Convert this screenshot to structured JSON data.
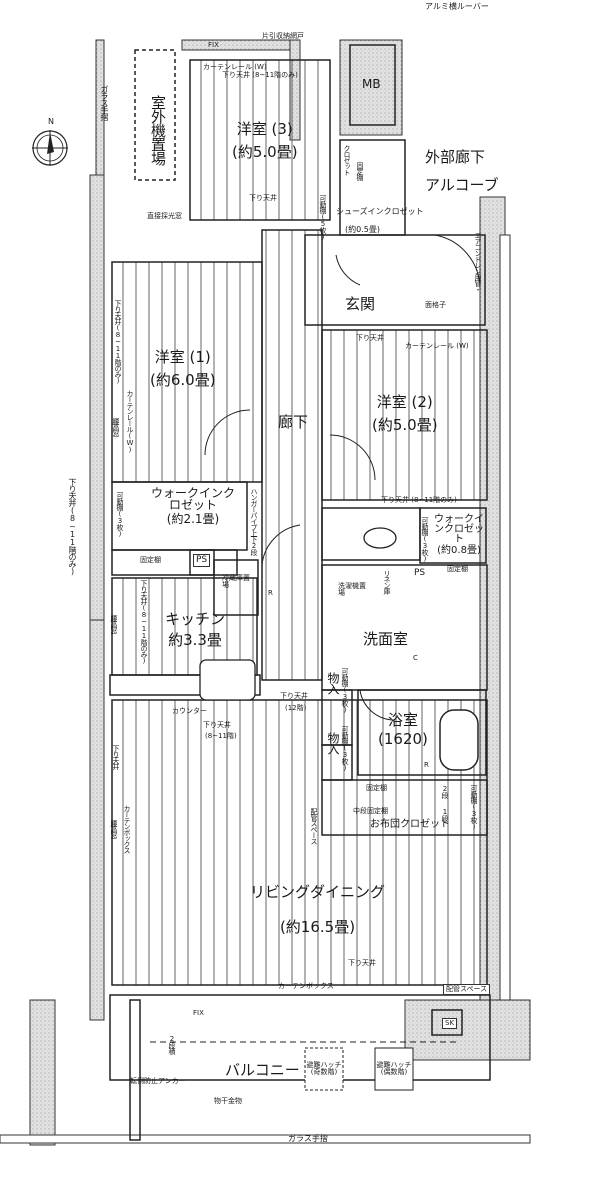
{
  "plan": {
    "colors": {
      "wall": "#cfcfcf",
      "line": "#2a2a2a",
      "floor_line": "#555555",
      "paper": "#ffffff"
    },
    "compass": {
      "label": "N",
      "icon": "compass-icon"
    },
    "exterior": {
      "glass_railing_top": "ガラス手摺",
      "glass_railing_bottom": "ガラス手摺",
      "aluminum_louver": "アルミ横ルーバー",
      "outdoor_unit": "室外機置場",
      "direct_light": "直接採光窓",
      "outdoor_corridor": "外部廊下",
      "alcove": "アルコーブ",
      "aircon_drain": "エアコンドレン用管・",
      "fix_top": "FIX",
      "single_sliding_top": "片引収納網戸",
      "mb": "MB",
      "grille": "面格子"
    },
    "rooms": [
      {
        "id": "western3",
        "name": "洋室 (3)",
        "size": "(約5.0畳)"
      },
      {
        "id": "western1",
        "name": "洋室 (1)",
        "size": "(約6.0畳)"
      },
      {
        "id": "western2",
        "name": "洋室 (2)",
        "size": "(約5.0畳)"
      },
      {
        "id": "hallway",
        "name": "廊下",
        "size": ""
      },
      {
        "id": "entrance",
        "name": "玄関",
        "size": ""
      },
      {
        "id": "wic1",
        "name": "ウォークインクロゼット",
        "size": "(約2.1畳)"
      },
      {
        "id": "wic2",
        "name": "ウォークインクロゼット",
        "size": "(約0.8畳)"
      },
      {
        "id": "kitchen",
        "name": "キッチン",
        "size": "約3.3畳"
      },
      {
        "id": "washroom",
        "name": "洗面室",
        "size": ""
      },
      {
        "id": "bathroom",
        "name": "浴室",
        "size": "(1620)"
      },
      {
        "id": "living",
        "name": "リビングダイニング",
        "size": "(約16.5畳)"
      },
      {
        "id": "balcony",
        "name": "バルコニー",
        "size": ""
      }
    ],
    "notes": {
      "lowered_ceiling": "下り天井",
      "lowered_ceiling_8_11": "下り天井 (8~11階のみ)",
      "lowered_ceiling_8_11_short": "(8~11階)",
      "lowered_ceiling_12": "(12階)",
      "lowered_ceiling_side": "下り天井(8~11階のみ)",
      "curtain_rail": "カーテンレール (W)",
      "curtain_rail_side": "カーテンレール(W)",
      "high_window": "腰高窓",
      "closet": "クロゼット",
      "fixed_shelf": "固定棚",
      "movable_shelf": "可動棚",
      "movable_shelf_5": "可動棚(5枚)",
      "movable_shelf_3": "可動棚(3枚)",
      "shoe_closet": "シューズインクロゼット",
      "shoe_closet_size": "(約0.5畳)",
      "ps": "PS",
      "ps2": "PS",
      "fridge": "冷蔵庫置場",
      "hanger_pipe": "ハンガーパイプ上下2段",
      "counter": "カウンター",
      "linen": "リネン庫",
      "washer": "洗濯機置場",
      "storage1": "物入",
      "storage2": "物入",
      "movable3a": "可動棚(3枚)",
      "movable3b": "可動棚(3枚)",
      "futon_closet": "お布団クロゼット",
      "mid_fixed_shelf": "中段固定棚",
      "fixed_shelf_2": "固定棚",
      "two_level": "2段",
      "one_level": "1段",
      "pipe_space": "配管スペース",
      "pipe_space_2": "配管スペース",
      "curtain_box": "カーテンボックス",
      "curtain_box_side": "カーテンボックス",
      "fix_bottom": "FIX",
      "sk": "SK",
      "tip_anchor": "転倒防止アンカー",
      "clothes_hanger": "物干金物",
      "hatch_odd": "避難ハッチ(奇数階)",
      "hatch_even": "避難ハッチ(偶数階)",
      "partition": "2段積",
      "c_mark": "C",
      "r_mark": "R",
      "r_mark_2": "R"
    }
  }
}
